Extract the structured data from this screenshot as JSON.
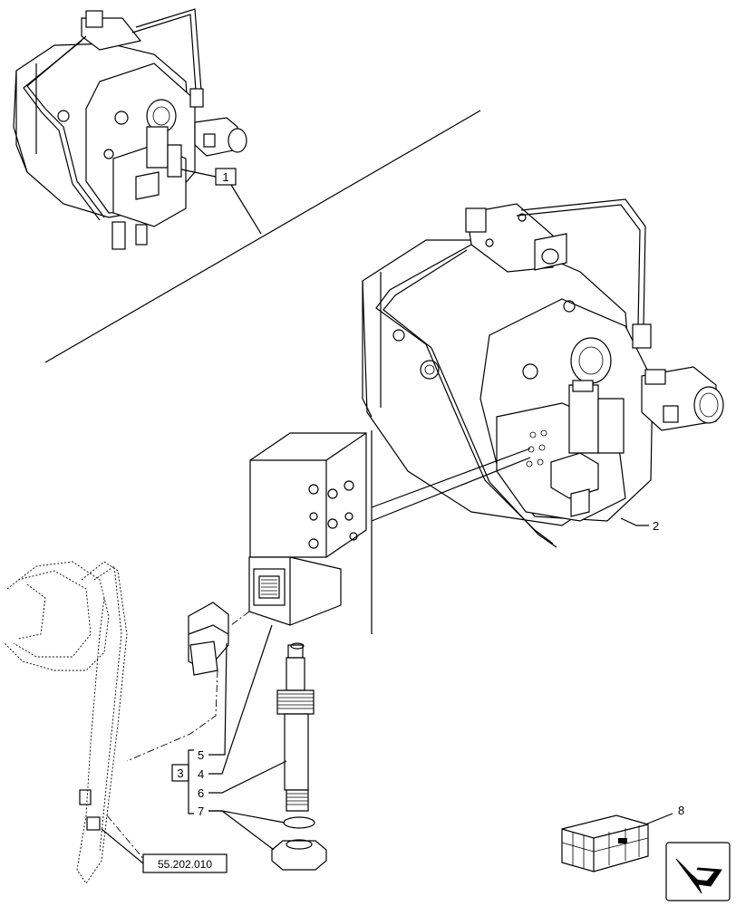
{
  "callouts": {
    "c1": "1",
    "c2": "2",
    "c3": "3",
    "c4": "4",
    "c5": "5",
    "c6": "6",
    "c7": "7",
    "c8": "8"
  },
  "reference": {
    "ref_code": "55.202.010"
  },
  "icons": {
    "nav": "next-page-arrow-icon",
    "kit": "crate-kit-icon"
  }
}
